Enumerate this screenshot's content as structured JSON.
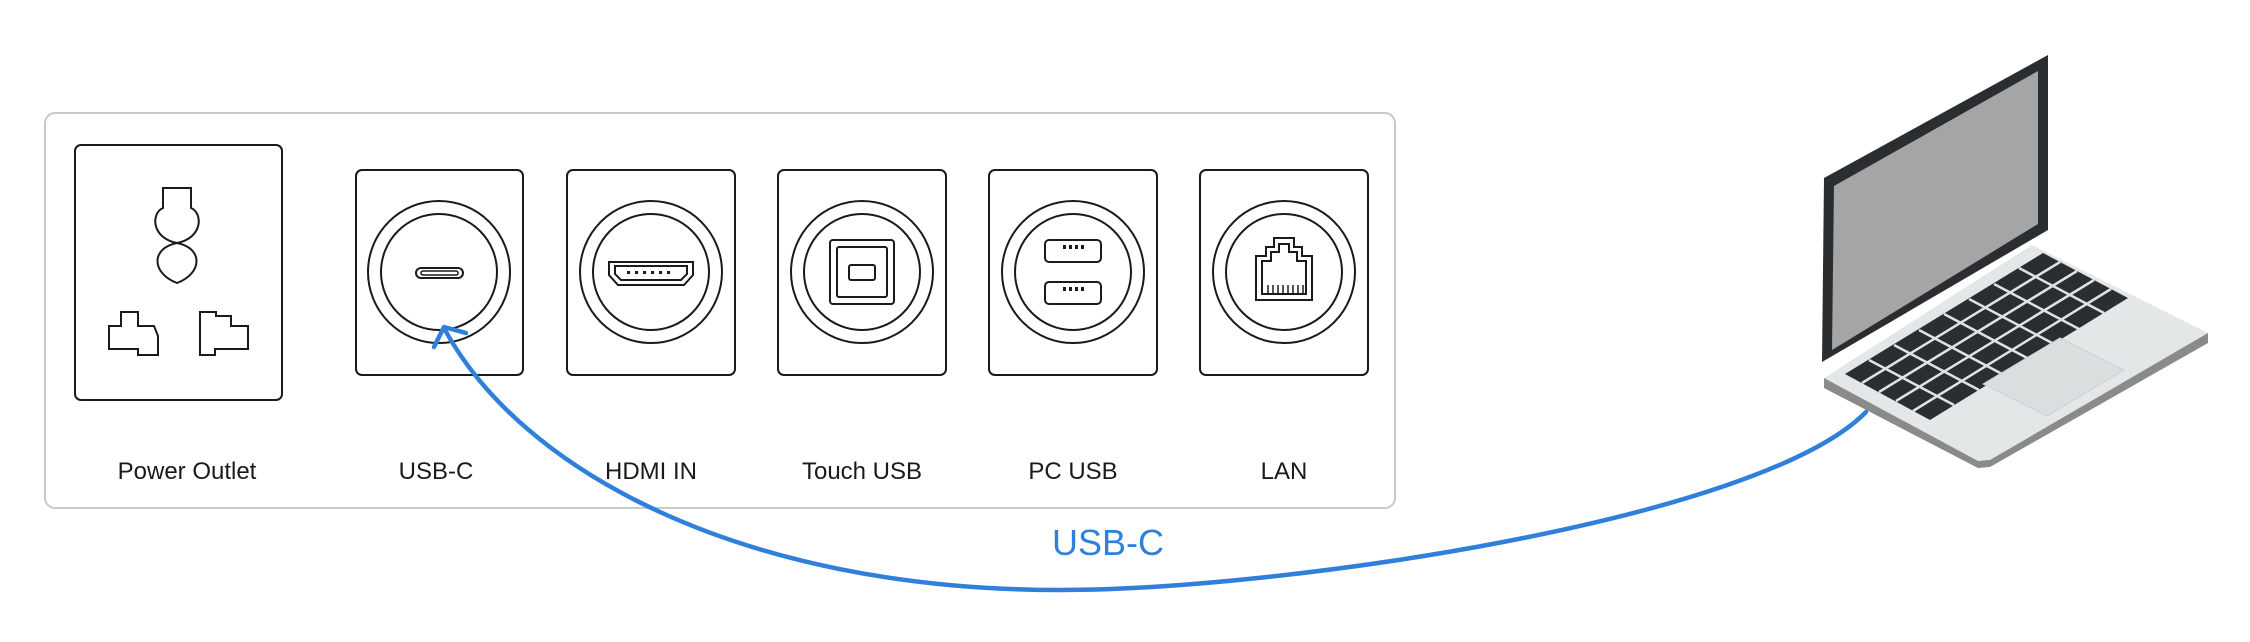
{
  "ports": [
    {
      "id": "power",
      "label": "Power Outlet",
      "icon": "power-outlet-icon"
    },
    {
      "id": "usbc",
      "label": "USB-C",
      "icon": "usb-c-port-icon"
    },
    {
      "id": "hdmi",
      "label": "HDMI IN",
      "icon": "hdmi-port-icon"
    },
    {
      "id": "touchusb",
      "label": "Touch USB",
      "icon": "usb-b-port-icon"
    },
    {
      "id": "pcusb",
      "label": "PC USB",
      "icon": "dual-usb-a-port-icon"
    },
    {
      "id": "lan",
      "label": "LAN",
      "icon": "rj45-lan-port-icon"
    }
  ],
  "connection": {
    "label": "USB-C",
    "from": "laptop",
    "to": "USB-C",
    "color": "#2f7fdb"
  },
  "device": {
    "icon": "laptop-icon"
  },
  "colors": {
    "panel_border": "#c8c8c8",
    "line": "#1a1a1a",
    "laptop_screen": "#a5a5a5",
    "laptop_bezel": "#2b2e31",
    "laptop_body": "#e3e7e8",
    "laptop_keys": "#2b2e31"
  }
}
